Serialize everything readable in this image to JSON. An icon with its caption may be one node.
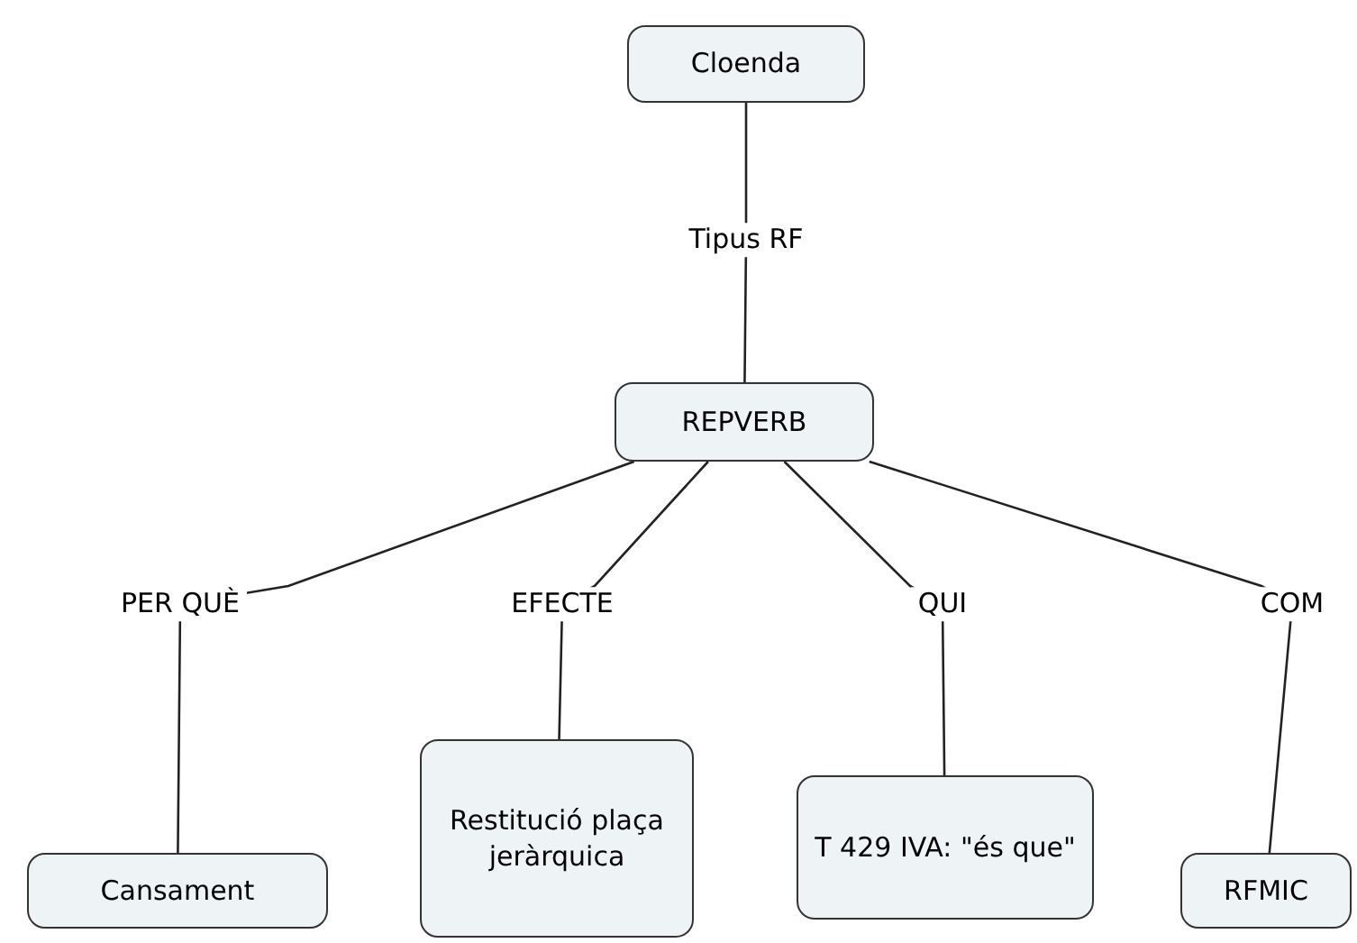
{
  "diagram": {
    "nodes": [
      {
        "text": [
          "Cloenda"
        ]
      },
      {
        "text": [
          "REPVERB"
        ]
      },
      {
        "text": [
          "Cansament"
        ]
      },
      {
        "text": [
          "Restitució plaça jeràrquica"
        ]
      },
      {
        "text": [
          "T 429 IVA: \"és que\""
        ]
      },
      {
        "text": [
          "RFMIC"
        ]
      }
    ],
    "edges": [
      {
        "from": 0,
        "to": 1,
        "arrow": "none",
        "label": "Tipus RF"
      },
      {
        "from": 1,
        "to": 2,
        "arrow": "none",
        "label": "PER QUÈ"
      },
      {
        "from": 1,
        "to": 3,
        "arrow": "none",
        "label": "EFECTE"
      },
      {
        "from": 1,
        "to": 4,
        "arrow": "none",
        "label": "QUI"
      },
      {
        "from": 1,
        "to": 5,
        "arrow": "none",
        "label": "COM"
      }
    ]
  }
}
